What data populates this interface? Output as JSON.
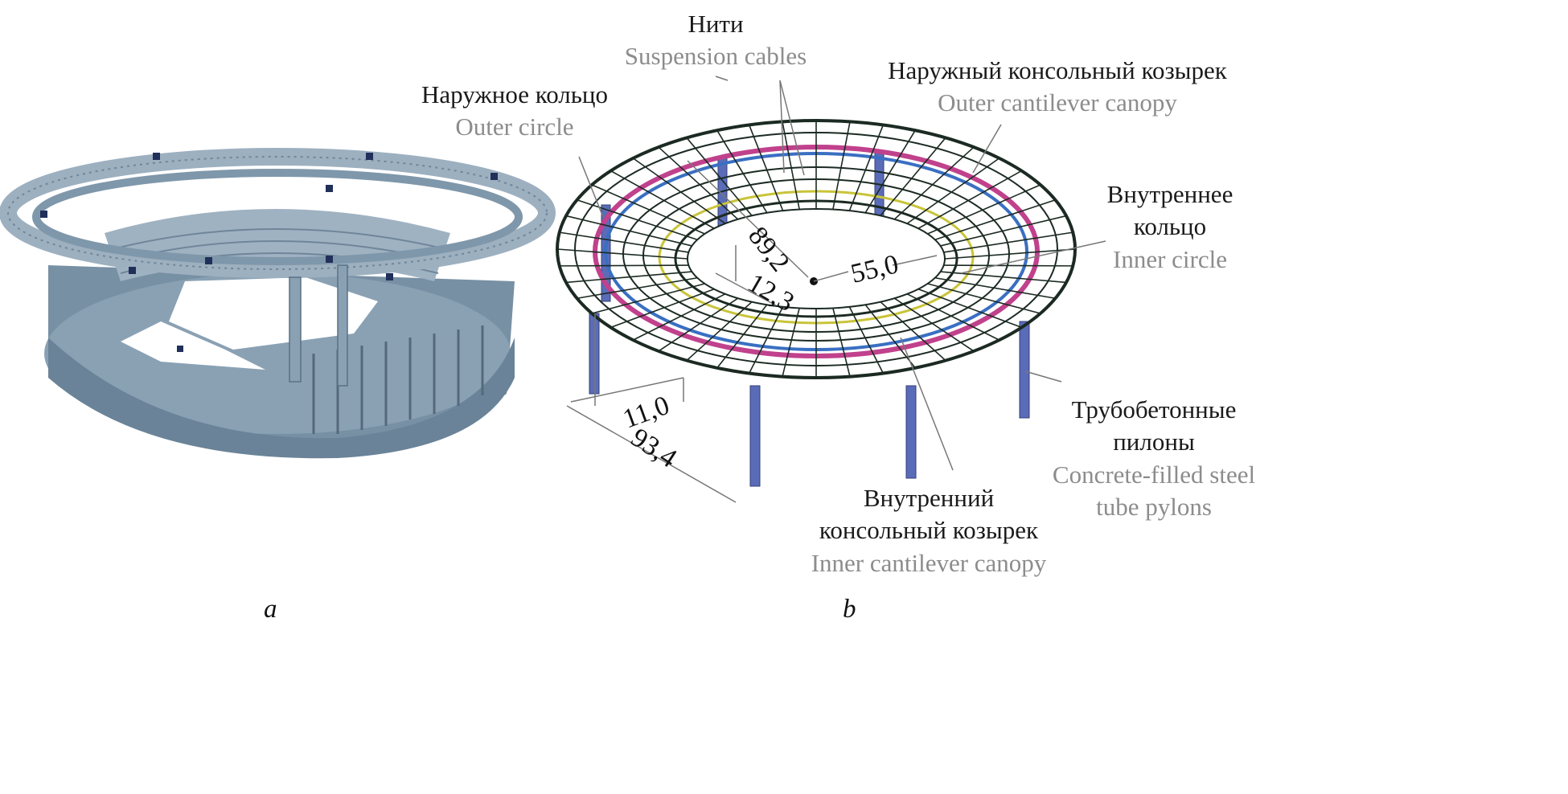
{
  "panels": {
    "a": {
      "letter": "a"
    },
    "b": {
      "letter": "b"
    }
  },
  "labels": {
    "cables": {
      "ru": "Нити",
      "en": "Suspension cables"
    },
    "outer_ring": {
      "ru": "Наружное кольцо",
      "en": "Outer circle"
    },
    "outer_canopy": {
      "ru": "Наружный консольный козырек",
      "en": "Outer cantilever canopy"
    },
    "inner_ring": {
      "ru1": "Внутреннее",
      "ru2": "кольцо",
      "en": "Inner circle"
    },
    "pylons": {
      "ru1": "Трубобетонные",
      "ru2": "пилоны",
      "en1": "Concrete-filled steel",
      "en2": "tube pylons"
    },
    "inner_canopy": {
      "ru1": "Внутренний",
      "ru2": "консольный козырек",
      "en": "Inner cantilever canopy"
    }
  },
  "dimensions": {
    "d1": "89,2",
    "d2": "12,3",
    "d3": "55,0",
    "d4": "11,0",
    "d5": "93,4"
  },
  "colors": {
    "model_fill": "#7f97aa",
    "model_dark": "#5a7185",
    "model_light": "#a9bccb",
    "mesh": "#1b2a22",
    "ring_pink": "#c0418c",
    "ring_blue": "#3a6fc2",
    "ring_yellow": "#c9c43a",
    "pylon": "#5a6cb8"
  }
}
